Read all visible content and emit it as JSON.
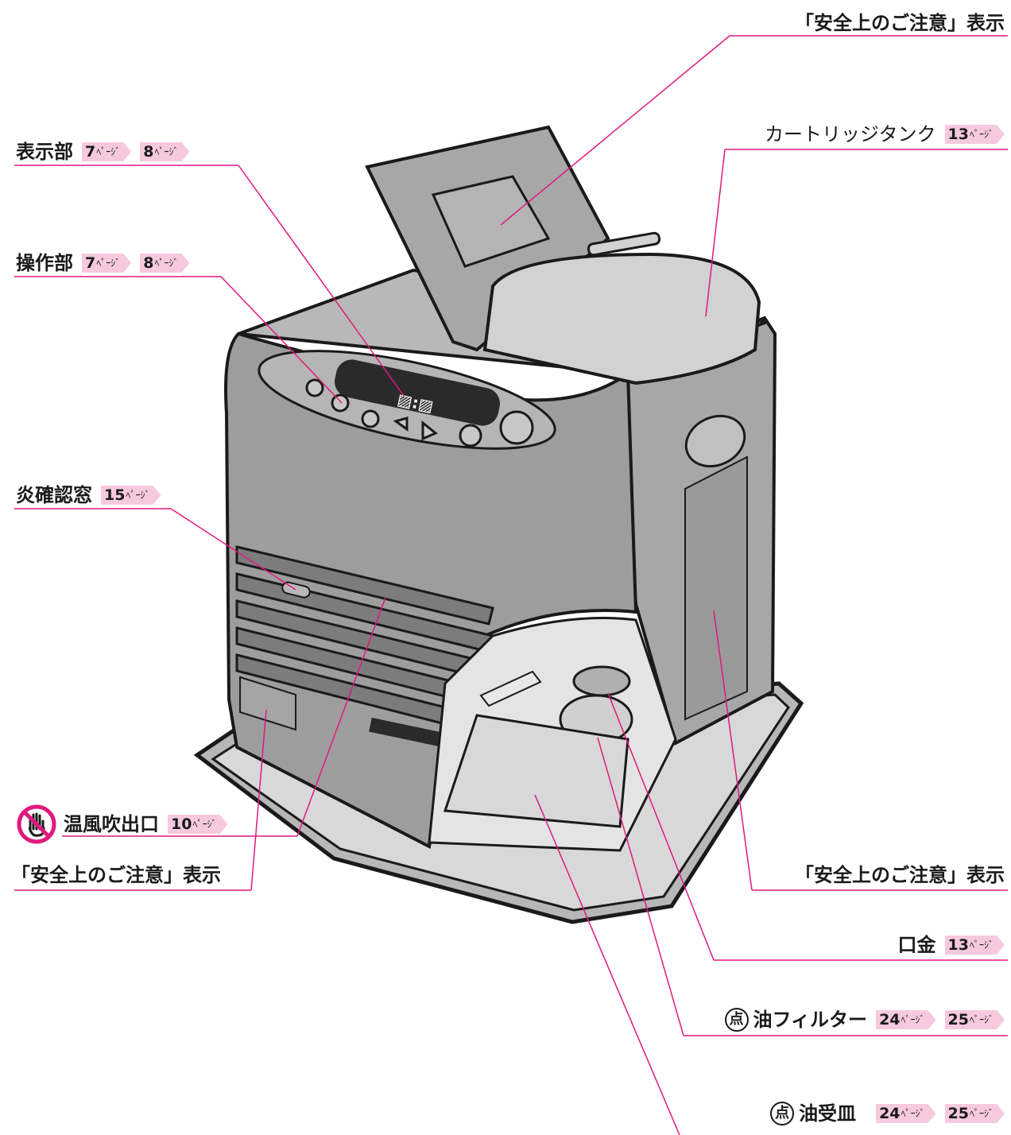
{
  "labels": {
    "safety_display_top": "「安全上のご注意」表示",
    "cartridge_tank": "カートリッジタンク",
    "cartridge_tank_page": "13",
    "display_section": "表示部",
    "display_section_pages": [
      "7",
      "8"
    ],
    "control_section": "操作部",
    "control_section_pages": [
      "7",
      "8"
    ],
    "flame_window": "炎確認窓",
    "flame_window_page": "15",
    "safety_display_left": "「安全上のご注意」表示",
    "safety_display_right": "「安全上のご注意」表示",
    "cap": "口金",
    "cap_page": "13",
    "warm_air_outlet": "温風吹出口",
    "warm_air_outlet_page": "10",
    "oil_filter": "油フィルター",
    "oil_filter_pages": [
      "24",
      "25"
    ],
    "oil_tray": "油受皿",
    "oil_tray_pages": [
      "24",
      "25"
    ],
    "page_unit": "ﾍﾟｰｼﾞ",
    "check_mark": "点"
  },
  "colors": {
    "leader_line": "#e0197d",
    "page_tag": "#f6c9de",
    "no_touch_icon": "#e0197d",
    "body_gray": "#9d9d9d"
  },
  "icons": [
    "no-touch-hand-icon",
    "check-circle-icon"
  ]
}
